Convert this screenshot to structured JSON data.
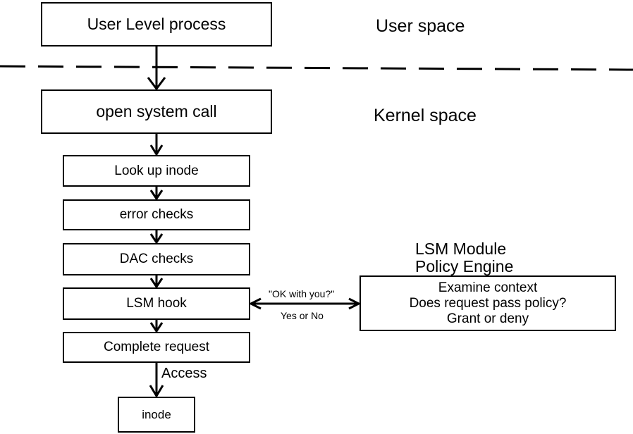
{
  "boxes": {
    "user_process": "User Level process",
    "open_syscall": "open system call",
    "lookup_inode": "Look up inode",
    "error_checks": "error checks",
    "dac_checks": "DAC checks",
    "lsm_hook": "LSM hook",
    "complete_request": "Complete request",
    "inode": "inode"
  },
  "regions": {
    "user_space": "User space",
    "kernel_space": "Kernel space"
  },
  "lsm_module": {
    "title_line1": "LSM Module",
    "title_line2": "Policy Engine",
    "lines": [
      "Examine context",
      "Does request pass policy?",
      "Grant or deny"
    ]
  },
  "edge_labels": {
    "query": "\"OK with you?\"",
    "answer": "Yes or No",
    "access": "Access"
  },
  "colors": {
    "stroke": "#000000",
    "background": "#ffffff"
  }
}
